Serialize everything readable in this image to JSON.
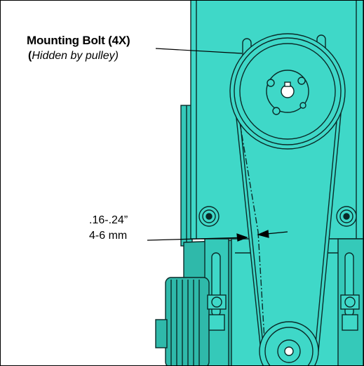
{
  "callouts": {
    "mounting_bolt": {
      "title": "Mounting Bolt (4X)",
      "open_paren": "(",
      "note": "Hidden by pulley",
      "close_paren": ")"
    },
    "deflection": {
      "inches": ".16-.24”",
      "metric": "4-6 mm"
    }
  },
  "colors": {
    "body": "#3fd8c8",
    "body_dark": "#1f9e92",
    "line": "#0a2a28",
    "background": "#ffffff"
  }
}
